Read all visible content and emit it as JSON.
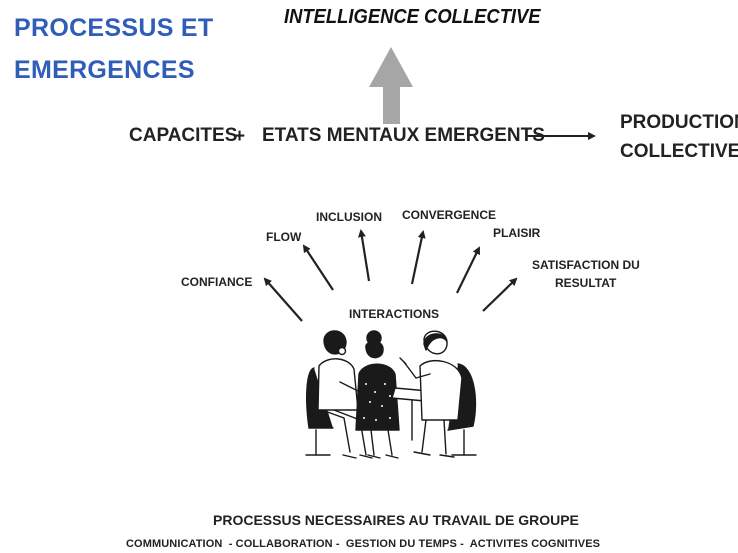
{
  "title_line1": "PROCESSUS ET",
  "title_line2": "EMERGENCES",
  "top_label": "INTELLIGENCE COLLECTIVE",
  "equation": {
    "capacites": "CAPACITES",
    "plus": "+",
    "etats": "ETATS MENTAUX EMERGENTS",
    "production_line1": "PRODUCTION",
    "production_line2": "COLLECTIVE"
  },
  "states": {
    "confiance": "CONFIANCE",
    "flow": "FLOW",
    "inclusion": "INCLUSION",
    "convergence": "CONVERGENCE",
    "plaisir": "PLAISIR",
    "satisfaction_line1": "SATISFACTION DU",
    "satisfaction_line2": "RESULTAT"
  },
  "interactions": "INTERACTIONS",
  "footer": {
    "heading": "PROCESSUS NECESSAIRES AU TRAVAIL DE GROUPE",
    "items": "COMMUNICATION  - COLLABORATION -  GESTION DU TEMPS -  ACTIVITES COGNITIVES"
  },
  "colors": {
    "title_blue": "#2f5db8",
    "arrow_grey": "#a6a6a6",
    "text_dark": "#222222"
  }
}
